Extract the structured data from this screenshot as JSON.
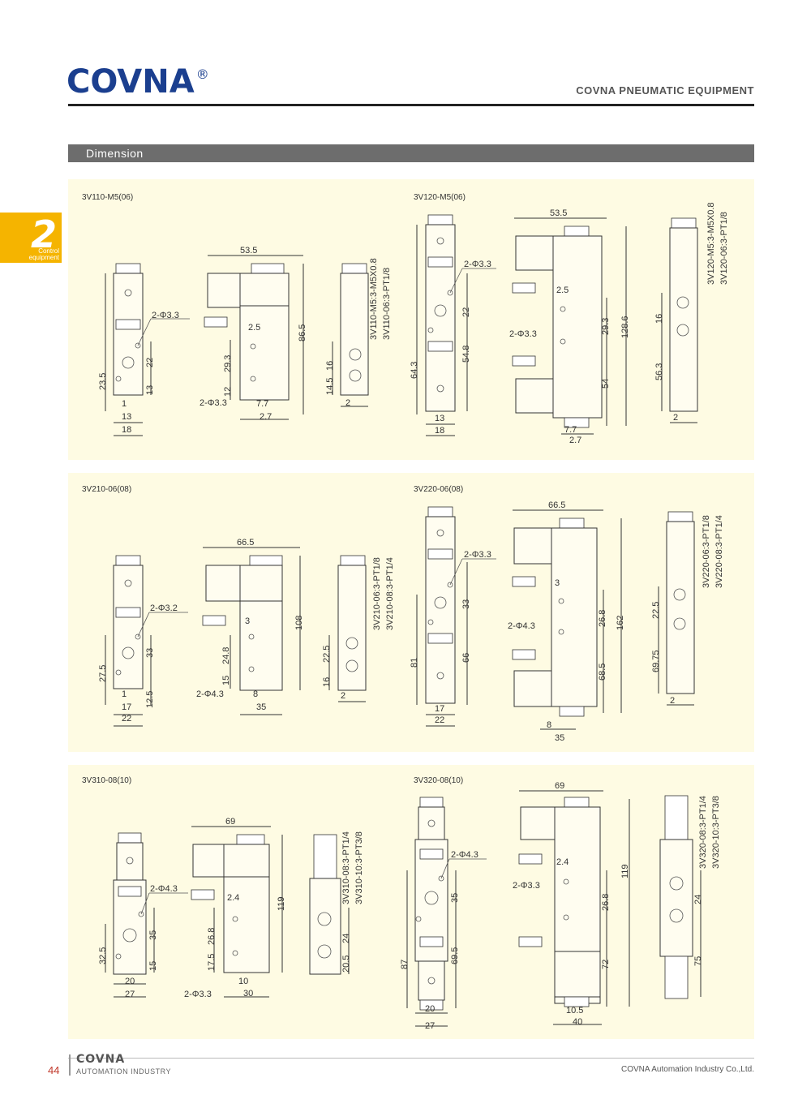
{
  "header": {
    "brand": "COVNA",
    "registered": "®",
    "subtitle": "COVNA PNEUMATIC EQUIPMENT",
    "section": "Dimension"
  },
  "chapter_tab": {
    "number": "2",
    "line1": "Control",
    "line2": "equipment"
  },
  "panels": [
    {
      "left_model": "3V110-M5(06)",
      "right_model": "3V120-M5(06)"
    },
    {
      "left_model": "3V210-06(08)",
      "right_model": "3V220-06(08)"
    },
    {
      "left_model": "3V310-08(10)",
      "right_model": "3V320-08(10)"
    }
  ],
  "footer": {
    "page_number": "44",
    "brand": "COVNA",
    "brand_sub": "AUTOMATION INDUSTRY",
    "company": "COVNA Automation Industry Co.,Ltd."
  }
}
